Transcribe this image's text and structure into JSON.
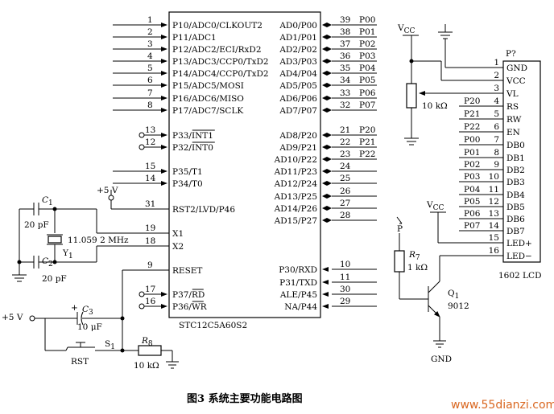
{
  "chip": {
    "name": "STC12C5A60S2",
    "left_pins": [
      {
        "num": "1",
        "label": "P10/ADC0/CLKOUT2"
      },
      {
        "num": "2",
        "label": "P11/ADC1"
      },
      {
        "num": "3",
        "label": "P12/ADC2/ECI/RxD2"
      },
      {
        "num": "4",
        "label": "P13/ADC3/CCP0/TxD2"
      },
      {
        "num": "5",
        "label": "P14/ADC4/CCP0/TxD2"
      },
      {
        "num": "6",
        "label": "P15/ADC5/MOSI"
      },
      {
        "num": "7",
        "label": "P16/ADC6/MISO"
      },
      {
        "num": "8",
        "label": "P17/ADC7/SCLK"
      },
      {
        "num": "13",
        "label": "P33/INT1"
      },
      {
        "num": "12",
        "label": "P32/INT0"
      },
      {
        "num": "15",
        "label": "P35/T1"
      },
      {
        "num": "14",
        "label": "P34/T0"
      },
      {
        "num": "31",
        "label": "RST2/LVD/P46"
      },
      {
        "num": "19",
        "label": "X1"
      },
      {
        "num": "18",
        "label": "X2"
      },
      {
        "num": "9",
        "label": "RESET"
      },
      {
        "num": "17",
        "label": "P37/RD"
      },
      {
        "num": "16",
        "label": "P36/WR"
      }
    ],
    "right_pins": [
      {
        "num": "39",
        "label": "AD0/P00",
        "net": "P00"
      },
      {
        "num": "38",
        "label": "AD1/P01",
        "net": "P01"
      },
      {
        "num": "37",
        "label": "AD2/P02",
        "net": "P02"
      },
      {
        "num": "36",
        "label": "AD3/P03",
        "net": "P03"
      },
      {
        "num": "35",
        "label": "AD4/P04",
        "net": "P04"
      },
      {
        "num": "34",
        "label": "AD5/P05",
        "net": "P05"
      },
      {
        "num": "33",
        "label": "AD6/P06",
        "net": "P06"
      },
      {
        "num": "32",
        "label": "AD7/P07",
        "net": "P07"
      },
      {
        "num": "21",
        "label": "AD8/P20",
        "net": "P20"
      },
      {
        "num": "22",
        "label": "AD9/P21",
        "net": "P21"
      },
      {
        "num": "23",
        "label": "AD10/P22",
        "net": "P22"
      },
      {
        "num": "24",
        "label": "AD11/P23",
        "net": ""
      },
      {
        "num": "25",
        "label": "AD12/P24",
        "net": ""
      },
      {
        "num": "26",
        "label": "AD13/P25",
        "net": ""
      },
      {
        "num": "27",
        "label": "AD14/P26",
        "net": ""
      },
      {
        "num": "28",
        "label": "AD15/P27",
        "net": ""
      },
      {
        "num": "10",
        "label": "P30/RXD",
        "net": ""
      },
      {
        "num": "11",
        "label": "P31/TXD",
        "net": ""
      },
      {
        "num": "30",
        "label": "ALE/P45",
        "net": ""
      },
      {
        "num": "29",
        "label": "NA/P44",
        "net": ""
      }
    ]
  },
  "lcd": {
    "designator": "P?",
    "name": "1602 LCD",
    "pins": [
      {
        "num": "1",
        "label": "GND",
        "net": ""
      },
      {
        "num": "2",
        "label": "VCC",
        "net": ""
      },
      {
        "num": "3",
        "label": "VL",
        "net": ""
      },
      {
        "num": "4",
        "label": "RS",
        "net": "P20"
      },
      {
        "num": "5",
        "label": "RW",
        "net": "P21"
      },
      {
        "num": "6",
        "label": "EN",
        "net": "P22"
      },
      {
        "num": "7",
        "label": "DB0",
        "net": "P00"
      },
      {
        "num": "8",
        "label": "DB1",
        "net": "P01"
      },
      {
        "num": "9",
        "label": "DB2",
        "net": "P02"
      },
      {
        "num": "10",
        "label": "DB3",
        "net": "P03"
      },
      {
        "num": "11",
        "label": "DB4",
        "net": "P04"
      },
      {
        "num": "12",
        "label": "DB5",
        "net": "P05"
      },
      {
        "num": "13",
        "label": "DB6",
        "net": "P06"
      },
      {
        "num": "14",
        "label": "DB7",
        "net": "P07"
      },
      {
        "num": "15",
        "label": "LED+",
        "net": ""
      },
      {
        "num": "16",
        "label": "LED−",
        "net": ""
      }
    ]
  },
  "components": {
    "vcc_top": "V",
    "vcc_top_sub": "CC",
    "vcc_mid": "V",
    "vcc_mid_sub": "CC",
    "pot_value": "10 kΩ",
    "c1": "C",
    "c1_sub": "1",
    "c1_value": "20 pF",
    "c2": "C",
    "c2_sub": "2",
    "c2_value": "20 pF",
    "crystal": "11.059 2 MHz",
    "y1": "Y",
    "y1_sub": "1",
    "plus5_top": "+5 V",
    "plus5_left": "+5 V",
    "c3": "C",
    "c3_sub": "3",
    "c3_value": "10 μF",
    "c3_plus": "+",
    "s1": "S",
    "s1_sub": "1",
    "rst": "RST",
    "r8": "R",
    "r8_sub": "8",
    "r8_value": "10 kΩ",
    "r7": "R",
    "r7_sub": "7",
    "r7_value": "1 kΩ",
    "p_label": "P",
    "q1": "Q",
    "q1_sub": "1",
    "q1_part": "9012",
    "gnd": "GND"
  },
  "caption": "图3   系统主要功能电路图",
  "watermark": "www.55dianzi.com"
}
